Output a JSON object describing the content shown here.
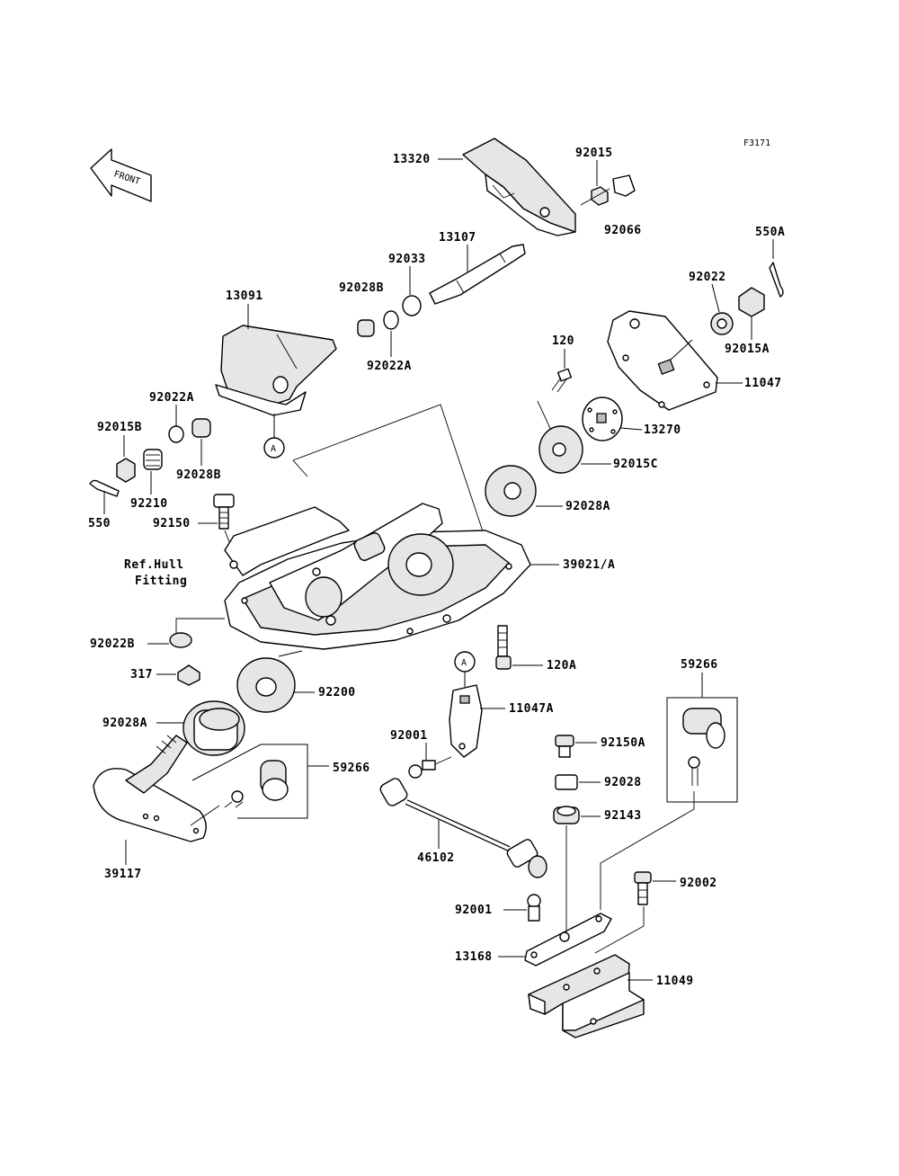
{
  "figure_code": "F3171",
  "front_label": "FRONT",
  "ref_note_line1": "Ref.Hull",
  "ref_note_line2": "Fitting",
  "callouts": {
    "p13320": "13320",
    "p92015": "92015",
    "p92066": "92066",
    "p13107": "13107",
    "p92033": "92033",
    "p92028B_top": "92028B",
    "p550A": "550A",
    "p13091": "13091",
    "p92022": "92022",
    "p92015A": "92015A",
    "p92022A_top": "92022A",
    "p120": "120",
    "p11047": "11047",
    "p92022A_left": "92022A",
    "p92015B": "92015B",
    "p92028B_left": "92028B",
    "p13270": "13270",
    "p92015C": "92015C",
    "p92210": "92210",
    "p550": "550",
    "p92028A_right": "92028A",
    "p92150": "92150",
    "p39021A": "39021/A",
    "p92022B": "92022B",
    "p120A": "120A",
    "p317": "317",
    "p92200": "92200",
    "p11047A": "11047A",
    "p59266_right": "59266",
    "p92028A_left": "92028A",
    "p92001_mid": "92001",
    "p92150A": "92150A",
    "p59266_left": "59266",
    "p92028": "92028",
    "p92143": "92143",
    "p39117": "39117",
    "p46102": "46102",
    "p92002": "92002",
    "p92001_low": "92001",
    "p13168": "13168",
    "p11049": "11049"
  },
  "ref_markers": [
    "A",
    "A"
  ]
}
